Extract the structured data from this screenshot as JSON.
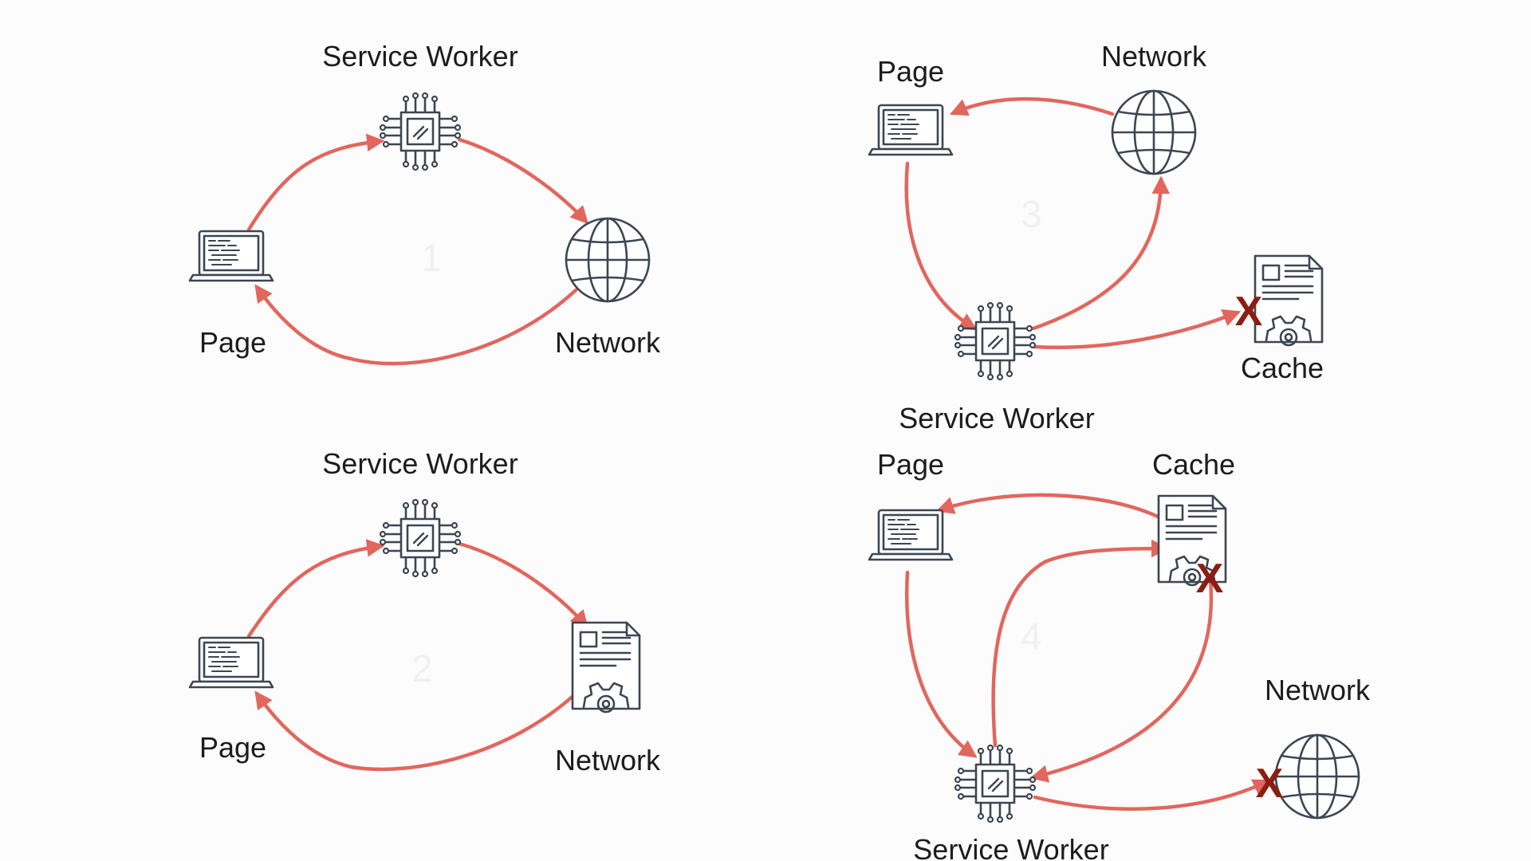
{
  "colors": {
    "arrow": "#e2665d",
    "icon_stroke": "#3c4652",
    "blocked_mark": "#8b1e12",
    "background": "#fcfcfc"
  },
  "panels": [
    {
      "labels": {
        "service_worker": "Service Worker",
        "page": "Page",
        "network": "Network"
      },
      "icons": [
        "laptop-icon",
        "chip-icon",
        "globe-icon"
      ]
    },
    {
      "labels": {
        "service_worker": "Service Worker",
        "page": "Page",
        "network": "Network"
      },
      "icons": [
        "laptop-icon",
        "chip-icon",
        "document-gear-icon"
      ]
    },
    {
      "labels": {
        "page": "Page",
        "network": "Network",
        "cache": "Cache",
        "service_worker": "Service Worker"
      },
      "icons": [
        "laptop-icon",
        "globe-icon",
        "chip-icon",
        "document-gear-icon"
      ],
      "blocked": [
        "cache"
      ]
    },
    {
      "labels": {
        "page": "Page",
        "cache": "Cache",
        "network": "Network",
        "service_worker": "Service Worker"
      },
      "icons": [
        "laptop-icon",
        "document-gear-icon",
        "chip-icon",
        "globe-icon"
      ],
      "blocked": [
        "cache",
        "network"
      ]
    }
  ],
  "blocked_mark_text": "X"
}
